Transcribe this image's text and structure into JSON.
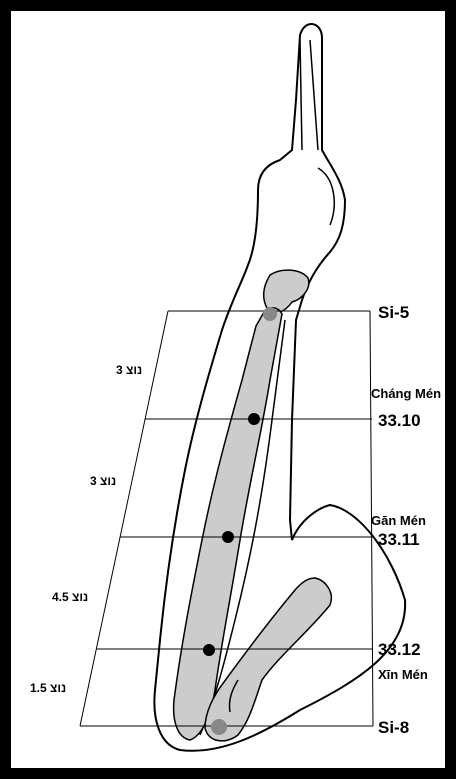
{
  "points": {
    "si5": "Si-5",
    "p3310": "33.10",
    "p3311": "33.11",
    "p3312": "33.12",
    "si8": "Si-8"
  },
  "names": {
    "chang_men": "Cháng Mén",
    "gan_men": "Gān Mén",
    "xin_men": "Xīn Mén"
  },
  "measures": [
    "נוצ 3",
    "נוצ 3",
    "נוצ 4.5",
    "נוצ 1.5"
  ],
  "colors": {
    "frame": "#000000",
    "bone": "#cccccc",
    "joint_marker": "#888888",
    "point_marker": "#000000"
  }
}
